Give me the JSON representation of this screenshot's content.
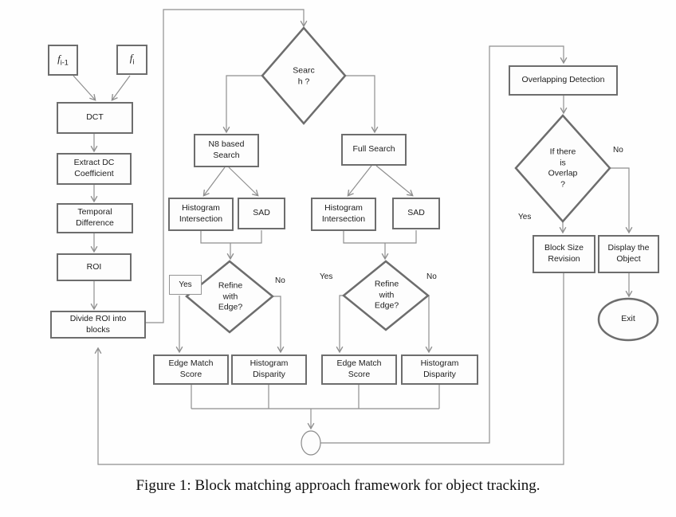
{
  "figure": {
    "caption": "Figure 1: Block matching approach framework for object tracking."
  },
  "colors": {
    "line": "#8f8f8f",
    "border": "#6d6d6d",
    "text": "#1c1c1c"
  },
  "nodes": {
    "f_prev": {
      "base": "f",
      "sub": "i-1"
    },
    "f_curr": {
      "base": "f",
      "sub": "i"
    },
    "dct": {
      "label": "DCT"
    },
    "extract_dc": {
      "label": "Extract DC\nCoefficient"
    },
    "temporal": {
      "label": "Temporal\nDifference"
    },
    "roi": {
      "label": "ROI"
    },
    "divide": {
      "label": "Divide ROI into\nblocks"
    },
    "search": {
      "label": "Searc\nh ?"
    },
    "n8": {
      "label": "N8 based\nSearch"
    },
    "hist_int_left": {
      "label": "Histogram\nIntersection"
    },
    "sad_left": {
      "label": "SAD"
    },
    "refine_left": {
      "label": "Refine\nwith\nEdge?"
    },
    "edge_score_left": {
      "label": "Edge Match\nScore"
    },
    "hist_disp_left": {
      "label": "Histogram\nDisparity"
    },
    "full_search": {
      "label": "Full Search"
    },
    "hist_int_right": {
      "label": "Histogram\nIntersection"
    },
    "sad_right": {
      "label": "SAD"
    },
    "refine_right": {
      "label": "Refine\nwith\nEdge?"
    },
    "edge_score_right": {
      "label": "Edge Match\nScore"
    },
    "hist_disp_right": {
      "label": "Histogram\nDisparity"
    },
    "overlap_detect": {
      "label": "Overlapping Detection"
    },
    "overlap_q": {
      "label": "If there\nis\nOverlap\n?"
    },
    "block_size": {
      "label": "Block Size\nRevision"
    },
    "display_obj": {
      "label": "Display the\nObject"
    },
    "exit": {
      "label": "Exit"
    }
  },
  "edge_labels": {
    "refine_left_yes": "Yes",
    "refine_left_no": "No",
    "refine_right_yes": "Yes",
    "refine_right_no": "No",
    "overlap_no": "No",
    "overlap_yes": "Yes"
  }
}
